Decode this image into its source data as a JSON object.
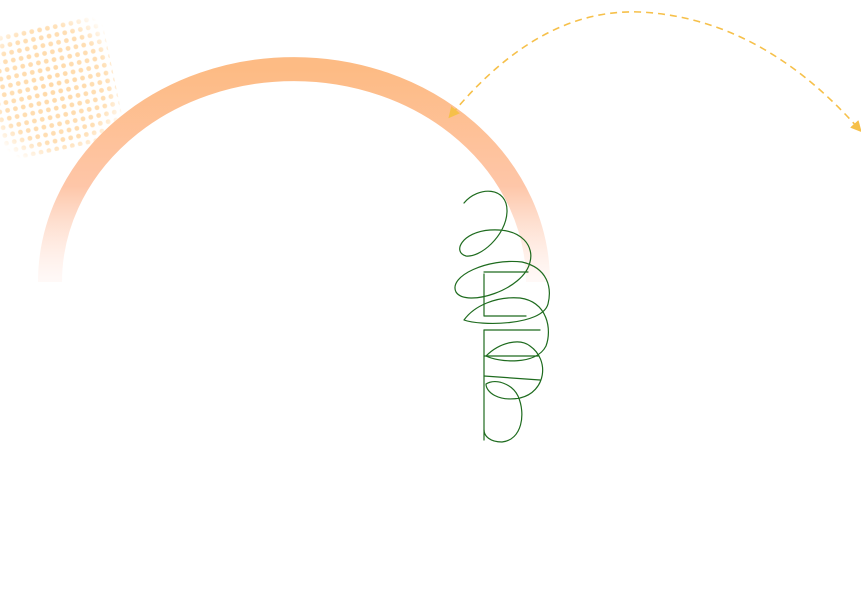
{
  "colors": {
    "background": "#ffffff",
    "arc_top": "#FDBB84",
    "arc_mid": "#FEC6A8",
    "arc_fade": "#FFF0EC",
    "dot_pattern": "#FFD59E",
    "dashed_arrow": "#F6C04A",
    "scribble": "#1E6B1E"
  },
  "elements": {
    "halftone_pattern": "dot-grid",
    "gradient_arc": "half-ring",
    "dashed_arrow": "curved-dashed-arrow",
    "scribble": "hand-drawn-loops"
  }
}
